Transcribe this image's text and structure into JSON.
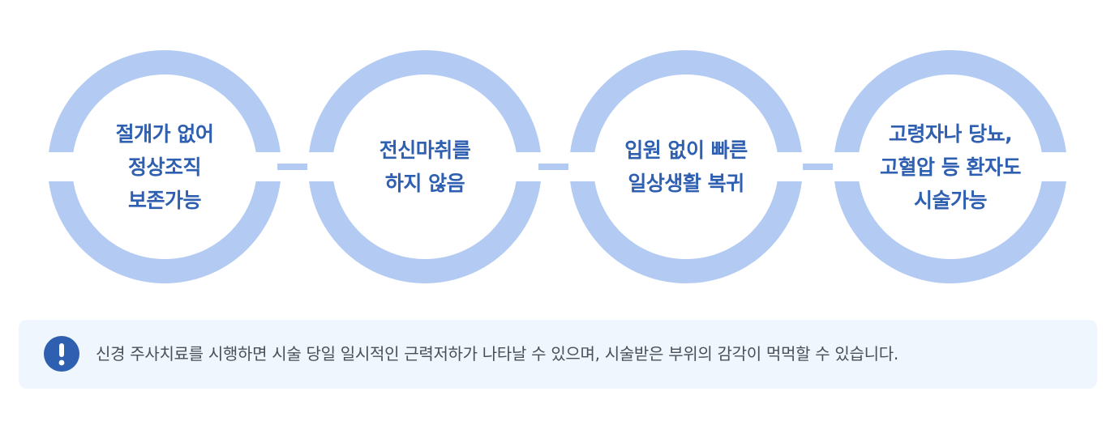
{
  "colors": {
    "ring": "#b3cbf3",
    "label": "#2f5fb0",
    "notice_bg": "#f0f6fd",
    "notice_icon": "#2f5fb0",
    "notice_text": "#4a4f57"
  },
  "features": [
    {
      "lines": [
        "절개가 없어",
        "정상조직",
        "보존가능"
      ]
    },
    {
      "lines": [
        "전신마취를",
        "하지 않음"
      ]
    },
    {
      "lines": [
        "입원 없이 빠른",
        "일상생활 복귀"
      ]
    },
    {
      "lines": [
        "고령자나 당뇨,",
        "고혈압 등 환자도",
        "시술가능"
      ]
    }
  ],
  "notice": {
    "icon": "exclamation-icon",
    "text": "신경 주사치료를 시행하면 시술 당일 일시적인 근력저하가 나타날 수 있으며, 시술받은 부위의 감각이 먹먹할 수 있습니다."
  }
}
